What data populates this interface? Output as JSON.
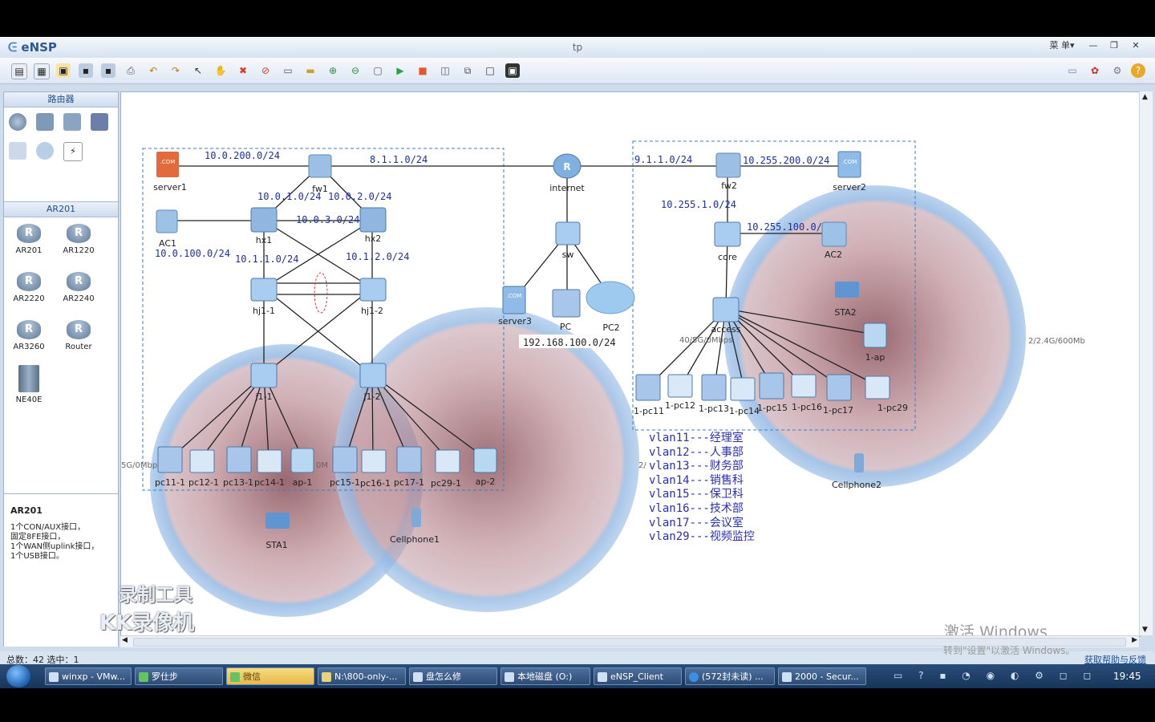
{
  "window": {
    "app_name": "eNSP",
    "title": "tp",
    "menu_label": "菜 单▾"
  },
  "sidebar": {
    "router_category": "路由器",
    "selected_group": "AR201",
    "devices": [
      "AR201",
      "AR1220",
      "AR2220",
      "AR2240",
      "AR3260",
      "Router",
      "NE40E"
    ],
    "info_title": "AR201",
    "info_lines": [
      "1个CON/AUX接口，",
      "固定8FE接口，",
      "1个WAN侧uplink接口，",
      "1个USB接口。"
    ]
  },
  "topology": {
    "nodes": {
      "server1": "server1",
      "fw1": "fw1",
      "AC1": "AC1",
      "hx1": "hx1",
      "hx2": "hx2",
      "hj1_1": "hj1-1",
      "hj1_2": "hj1-2",
      "j1_1": "j1-1",
      "j1_2": "j1-2",
      "pc11_1": "pc11-1",
      "pc12_1": "pc12-1",
      "pc13_1": "pc13-1",
      "pc14_1": "pc14-1",
      "ap_1": "ap-1",
      "pc15_1": "pc15-1",
      "pc16_1": "pc16-1",
      "pc17_1": "pc17-1",
      "pc29_1": "pc29-1",
      "ap_2": "ap-2",
      "STA1": "STA1",
      "Cellphone1": "Cellphone1",
      "internet": "internet",
      "sw": "sw",
      "server3": "server3",
      "PC": "PC",
      "PC2": "PC2",
      "fw2": "fw2",
      "server2": "server2",
      "core": "core",
      "AC2": "AC2",
      "access": "access",
      "STA2": "STA2",
      "ap_1b": "1-ap",
      "pc11b": "1-pc11",
      "pc12b": "1-pc12",
      "pc13b": "1-pc13",
      "pc14b": "1-pc14",
      "pc15b": "1-pc15",
      "pc16b": "1-pc16",
      "pc17b": "1-pc17",
      "pc29b": "1-pc29",
      "Cellphone2": "Cellphone2"
    },
    "ips": {
      "a": "10.0.200.0/24",
      "b": "8.1.1.0/24",
      "c": "10.0.1.0/24",
      "d": "10.0.2.0/24",
      "e": "10.0.3.0/24",
      "f": "10.0.100.0/24",
      "g": "10.1.1.0/24",
      "h": "10.1.2.0/24",
      "i": "9.1.1.0/24",
      "j": "10.255.200.0/24",
      "k": "10.255.1.0/24",
      "l": "10.255.100.0/",
      "m": "192.168.100.0/24"
    },
    "wifi_labels": {
      "w1": "2/2.4G/600Mb",
      "w2": "40/5G/0Mbps",
      "w3": "5G/0Mbp",
      "w4": "0M",
      "w5": "2/"
    },
    "vlans": [
      "vlan11---经理室",
      "vlan12---人事部",
      "vlan13---财务部",
      "vlan14---销售科",
      "vlan15---保卫科",
      "vlan16---技术部",
      "vlan17---会议室",
      "vlan29---视频监控"
    ]
  },
  "watermark": {
    "line1": "录制工具",
    "line2": "KK录像机",
    "win_line1": "激活 Windows",
    "win_line2": "转到\"设置\"以激活 Windows。"
  },
  "status": {
    "left": "总数：42 选中：1",
    "right": "获取帮助与反馈"
  },
  "taskbar": {
    "tasks": [
      "winxp - VMw...",
      "罗仕步",
      "微信",
      "N:\\800-only-...",
      "盘怎么修",
      "本地磁盘 (O:)",
      "eNSP_Client",
      "(572封未读) ...",
      "2000 - Secur..."
    ],
    "clock": "19:45"
  }
}
